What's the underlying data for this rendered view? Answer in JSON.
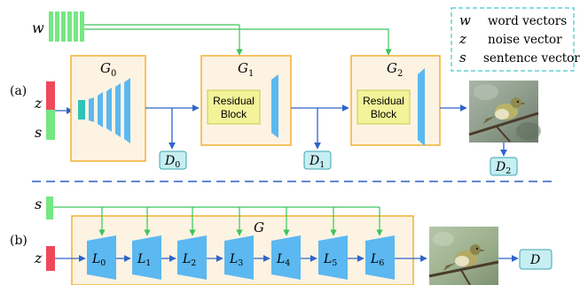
{
  "legend": [
    {
      "symbol": "w",
      "text": "word vectors"
    },
    {
      "symbol": "z",
      "text": "noise vector"
    },
    {
      "symbol": "s",
      "text": "sentence vector"
    }
  ],
  "panel_a": {
    "label": "(a)",
    "w": "w",
    "z": "z",
    "s": "s",
    "g0": {
      "base": "G",
      "sub": "0"
    },
    "g1": {
      "base": "G",
      "sub": "1"
    },
    "g2": {
      "base": "G",
      "sub": "2"
    },
    "residual1": [
      "Residual",
      "Block"
    ],
    "residual2": [
      "Residual",
      "Block"
    ],
    "d0": {
      "base": "D",
      "sub": "0"
    },
    "d1": {
      "base": "D",
      "sub": "1"
    },
    "d2": {
      "base": "D",
      "sub": "2"
    }
  },
  "panel_b": {
    "label": "(b)",
    "s": "s",
    "z": "z",
    "g": "G",
    "layers": [
      {
        "base": "L",
        "sub": "0"
      },
      {
        "base": "L",
        "sub": "1"
      },
      {
        "base": "L",
        "sub": "2"
      },
      {
        "base": "L",
        "sub": "3"
      },
      {
        "base": "L",
        "sub": "4"
      },
      {
        "base": "L",
        "sub": "5"
      },
      {
        "base": "L",
        "sub": "6"
      }
    ],
    "d": "D"
  },
  "colors": {
    "orange_border": "#f2b134",
    "orange_fill": "#fdf3e3",
    "green": "#74e882",
    "blue_layer": "#5bb8f0",
    "arrow_blue": "#2f64c8",
    "red": "#f0485a",
    "teal": "#2ec4b6",
    "residual_fill": "#f3f39a",
    "residual_border": "#c8c84a",
    "d_fill": "#c7eef2",
    "d_border": "#3aa6b0",
    "dash": "#2f5fc0"
  }
}
